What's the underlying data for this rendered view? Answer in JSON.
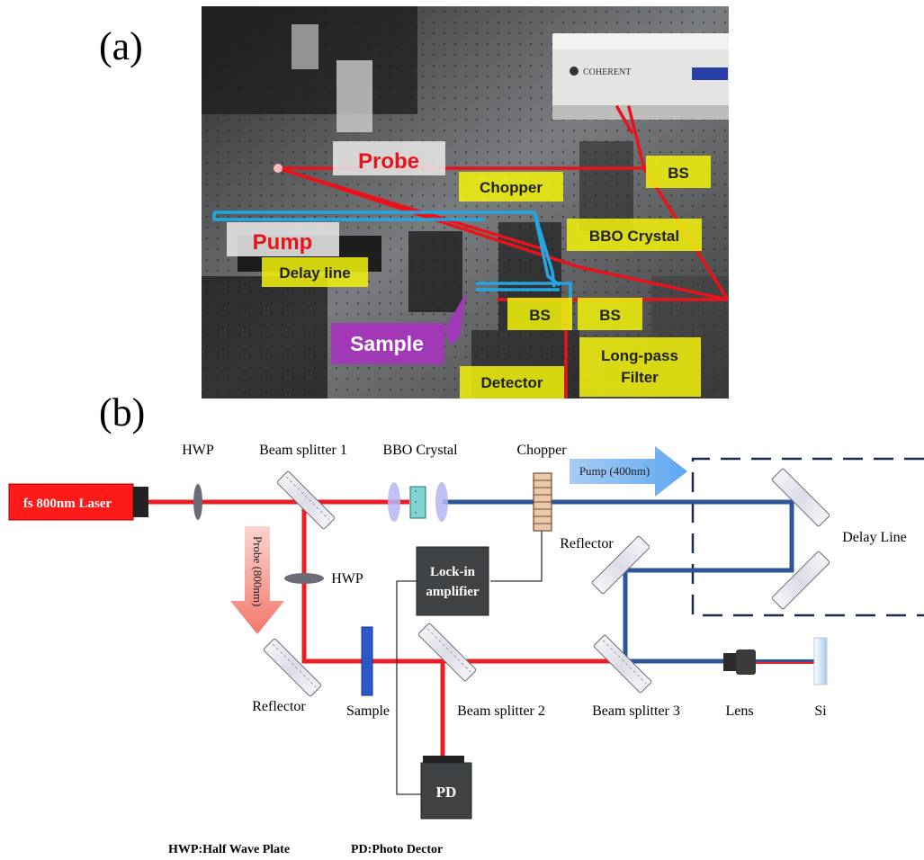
{
  "panel_a_label": "(a)",
  "panel_b_label": "(b)",
  "photo": {
    "labels": {
      "probe": "Probe",
      "pump": "Pump",
      "delay_line": "Delay line",
      "chopper": "Chopper",
      "bs_top": "BS",
      "bbo": "BBO Crystal",
      "sample": "Sample",
      "bs_mid_left": "BS",
      "bs_mid_right": "BS",
      "detector": "Detector",
      "long_pass_1": "Long-pass",
      "long_pass_2": "Filter",
      "device_brand": "COHERENT"
    },
    "colors": {
      "probe_beam": "#e8141c",
      "pump_beam": "#26a6e0",
      "tag_bg": "#f2f20a",
      "sample_tag": "#a238b8",
      "probe_pump_tag_bg": "#e6e6e6"
    }
  },
  "schematic": {
    "laser": "fs 800nm Laser",
    "hwp_top": "HWP",
    "beam_splitter_1": "Beam splitter 1",
    "bbo_crystal": "BBO Crystal",
    "chopper": "Chopper",
    "pump_arrow": "Pump (400nm)",
    "delay_line": "Delay Line",
    "probe_arrow": "Probe (800nm)",
    "hwp_mid": "HWP",
    "lockin_1": "Lock-in",
    "lockin_2": "amplifier",
    "reflector_mid": "Reflector",
    "reflector_bottom": "Reflector",
    "sample": "Sample",
    "beam_splitter_2": "Beam splitter 2",
    "beam_splitter_3": "Beam splitter 3",
    "lens": "Lens",
    "si": "Si",
    "pd": "PD",
    "legend_hwp": "HWP:Half Wave Plate",
    "legend_pd": "PD:Photo Dector",
    "colors": {
      "red_beam": "#ee1c24",
      "blue_beam": "#2e5597",
      "laser_body": "#ff1a1a"
    }
  }
}
